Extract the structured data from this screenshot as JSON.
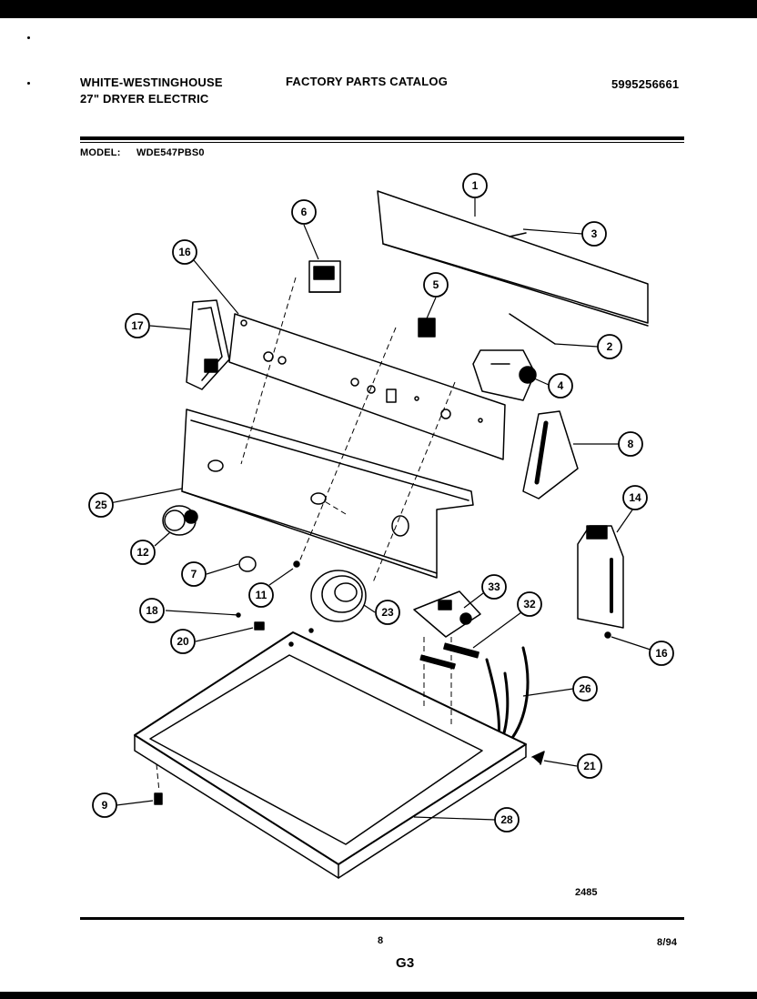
{
  "header": {
    "brand": "WHITE-WESTINGHOUSE",
    "product": "27\" DRYER ELECTRIC",
    "catalog": "FACTORY PARTS CATALOG",
    "catalog_number": "5995256661",
    "model_label": "MODEL:",
    "model_number": "WDE547PBS0"
  },
  "diagram": {
    "drawing_number": "2485",
    "callouts": [
      "1",
      "2",
      "3",
      "4",
      "5",
      "6",
      "8",
      "14",
      "16",
      "17",
      "25",
      "12",
      "7",
      "11",
      "23",
      "33",
      "32",
      "26",
      "18",
      "20",
      "16",
      "21",
      "9",
      "28"
    ]
  },
  "footer": {
    "page_number": "8",
    "date": "8/94",
    "section": "G3"
  }
}
